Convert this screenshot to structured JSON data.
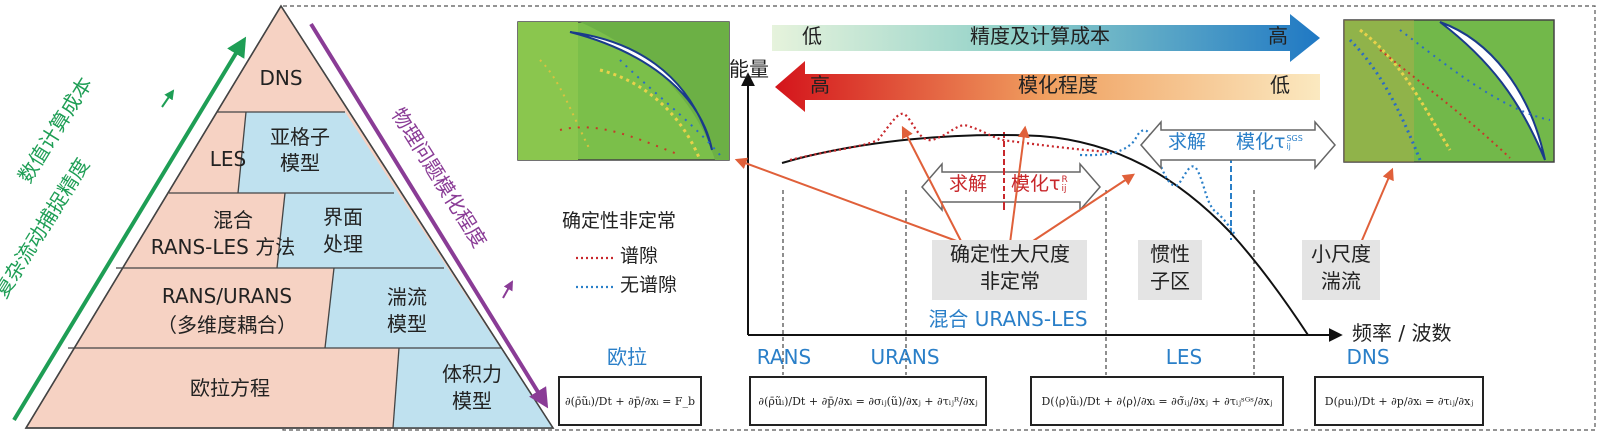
{
  "pyramid": {
    "levels": [
      "DNS",
      "LES",
      "混合",
      "RANS-LES 方法",
      "RANS/URANS",
      "（多维度耦合）",
      "欧拉方程"
    ],
    "models": [
      "亚格子",
      "模型",
      "界面",
      "处理",
      "湍流",
      "模型",
      "体积力",
      "模型"
    ],
    "left_axis": [
      "数值计算成本",
      "复杂流动捕捉精度"
    ],
    "right_axis": "物理问题模化程度"
  },
  "bars": {
    "top_label": "精度及计算成本",
    "top_low": "低",
    "top_high": "高",
    "bottom_label": "模化程度",
    "bottom_high": "高",
    "bottom_low": "低"
  },
  "axes": {
    "y": "能量",
    "x": "频率 / 波数"
  },
  "legend": {
    "title": "确定性非定常",
    "red": "谱隙",
    "blue": "无谱隙"
  },
  "boxes": {
    "solve1": "求解",
    "model1": "模化τ",
    "model1_sup": "R",
    "model1_sub": "ij",
    "solve2": "求解",
    "model2": "模化τ",
    "model2_sup": "SGS",
    "model2_sub": "ij"
  },
  "regions": {
    "r1": [
      "确定性大尺度",
      "非定常"
    ],
    "r2": [
      "惯性",
      "子区"
    ],
    "r3": [
      "小尺度",
      "湍流"
    ],
    "hybrid": "混合 URANS-LES"
  },
  "methods": {
    "euler": "欧拉",
    "rans": "RANS",
    "urans": "URANS",
    "les": "LES",
    "dns": "DNS"
  },
  "equations": {
    "euler": "∂(ρ̄ũᵢ)/Dt + ∂p̄/∂xᵢ = F_b",
    "rans": "∂(ρ̄ũᵢ)/Dt + ∂p̄/∂xᵢ = ∂σᵢⱼ(ũ)/∂xⱼ + ∂τᵢⱼᴿ/∂xⱼ",
    "les": "D(⟨ρ⟩ũᵢ)/Dt + ∂⟨ρ⟩/∂xᵢ = ∂σ̃ᵢⱼ/∂xⱼ + ∂τᵢⱼˢᴳˢ/∂xⱼ",
    "dns": "D(ρuᵢ)/Dt + ∂p/∂xᵢ = ∂τᵢⱼ/∂xⱼ"
  },
  "colors": {
    "pyramid_fill": "#f6d2c3",
    "model_fill": "#bfe1ef",
    "green": "#1e9e55",
    "purple": "#8a3c96",
    "red": "#c8282c",
    "blue": "#2a7fc8"
  }
}
